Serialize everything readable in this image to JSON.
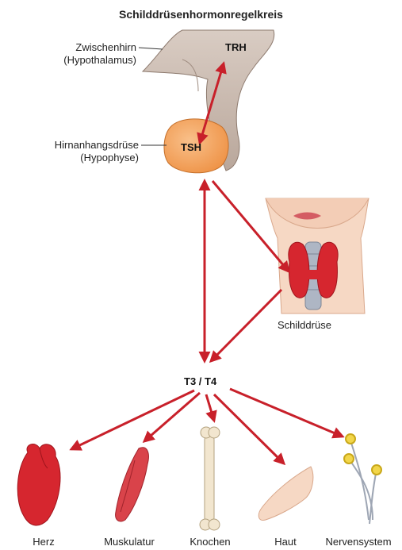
{
  "title": "Schilddrüsenhormonregelkreis",
  "hypothalamus": {
    "label_line1": "Zwischenhirn",
    "label_line2": "(Hypothalamus)",
    "hormone": "TRH"
  },
  "pituitary": {
    "label_line1": "Hirnanhangsdrüse",
    "label_line2": "(Hypophyse)",
    "hormone": "TSH"
  },
  "thyroid": {
    "label": "Schilddrüse"
  },
  "hormones": {
    "t3t4": "T3 / T4"
  },
  "targets": [
    {
      "label": "Herz",
      "icon": "heart-icon"
    },
    {
      "label": "Muskulatur",
      "icon": "muscle-icon"
    },
    {
      "label": "Knochen",
      "icon": "bone-icon"
    },
    {
      "label": "Haut",
      "icon": "skin-icon"
    },
    {
      "label": "Nervensystem",
      "icon": "neuron-icon"
    }
  ],
  "colors": {
    "arrow": "#c8202a",
    "gland": "#f4a35a",
    "brain": "#c9b8ad",
    "skin": "#f6d8c4",
    "thyroid": "#d6262f"
  }
}
